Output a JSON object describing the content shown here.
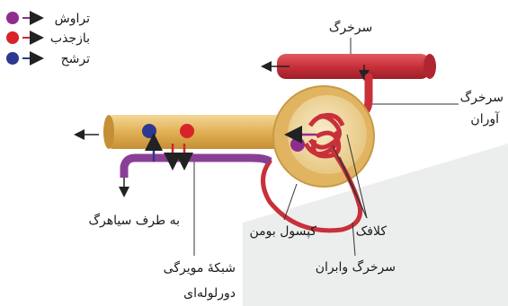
{
  "legend": [
    {
      "label": "تراوش",
      "color": "#8e2d8e"
    },
    {
      "label": "بازجذب",
      "color": "#d8232a"
    },
    {
      "label": "ترشح",
      "color": "#2b3990"
    }
  ],
  "labels": {
    "artery": "سرخرگ",
    "afferent_line1": "سرخرگ",
    "afferent_line2": "آوران",
    "efferent": "سرخرگ وابران",
    "glomerulus": "کلافک",
    "bowman": "کپسول بومن",
    "to_vein": "به طرف سیاهرگ",
    "capillary_line1": "شبکهٔ مویرگی",
    "capillary_line2": "دورلوله‌ای"
  },
  "colors": {
    "artery": "#c9303a",
    "tubule": "#e3b45a",
    "capillary": "#8a3f96",
    "capsule": "#f0d9a0",
    "background_panel": "#eceeee"
  }
}
